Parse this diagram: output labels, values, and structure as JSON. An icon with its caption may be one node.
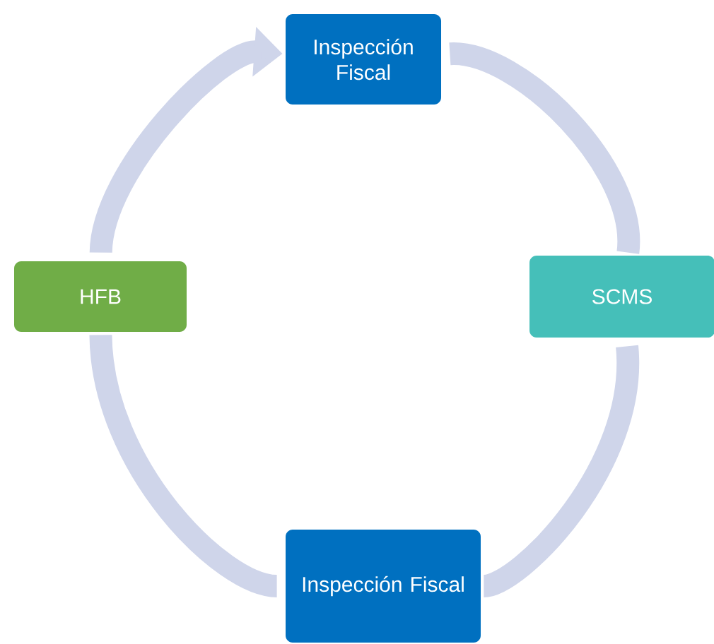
{
  "diagram": {
    "nodes": [
      {
        "text": [
          "Inspección Fiscal"
        ]
      },
      {
        "text": [
          "HFB"
        ]
      },
      {
        "text": [
          "SCMS"
        ]
      },
      {
        "text": [
          "Inspección Fiscal"
        ]
      }
    ],
    "edges": [
      {
        "from": 0,
        "to": 2,
        "arrow": "none"
      },
      {
        "from": 2,
        "to": 3,
        "arrow": "none"
      },
      {
        "from": 3,
        "to": 1,
        "arrow": "none"
      },
      {
        "from": 1,
        "to": 0,
        "arrow": "to"
      }
    ]
  }
}
